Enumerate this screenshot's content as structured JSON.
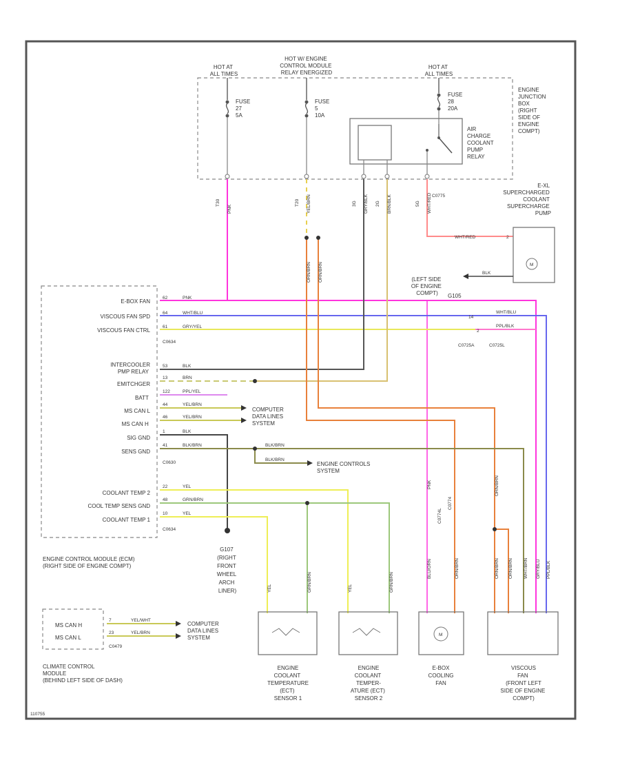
{
  "colors": {
    "pink": "#ff33dd",
    "blue": "#6666ee",
    "yellow": "#e8e85a",
    "olive": "#9a9a55",
    "orange": "#e8803a",
    "gray": "#444444",
    "red": "#ff8a8a",
    "green": "#9cc77a",
    "frame": "#555555"
  },
  "fuse_box": {
    "hot_left": [
      "HOT AT",
      "ALL TIMES"
    ],
    "hot_mid": [
      "HOT W/ ENGINE",
      "CONTROL MODULE",
      "RELAY ENERGIZED"
    ],
    "hot_right": [
      "HOT AT",
      "ALL TIMES"
    ],
    "fuse1": [
      "FUSE",
      "27",
      "5A"
    ],
    "fuse2": [
      "FUSE",
      "5",
      "10A"
    ],
    "fuse3": [
      "FUSE",
      "28",
      "20A"
    ],
    "relay": [
      "AIR",
      "CHARGE",
      "COOLANT",
      "PUMP",
      "RELAY"
    ],
    "name": [
      "ENGINE",
      "JUNCTION",
      "BOX",
      "(RIGHT",
      "SIDE OF",
      "ENGINE",
      "COMPT)"
    ],
    "pins": [
      "T30",
      "T20",
      "3G",
      "2G",
      "5G"
    ],
    "wires": [
      "PNK",
      "YEL/BRN",
      "GRY/BLK",
      "BRN/BLK",
      "WHT/RED"
    ],
    "c_label": "C0775"
  },
  "pump": {
    "title": [
      "E-XL",
      "SUPERCHARGED",
      "COOLANT",
      "SUPERCHARGE",
      "PUMP"
    ],
    "wire": "WHT/RED",
    "pin": "2",
    "ground": "BLK",
    "ground_label": [
      "(LEFT SIDE",
      "OF ENGINE",
      "COMPT)"
    ],
    "ground_code": "G105",
    "motor": "M"
  },
  "ecm": {
    "pins_a": [
      "E-BOX FAN",
      "VISCOUS FAN SPD",
      "VISCOUS FAN CTRL"
    ],
    "wires_a": [
      "PNK",
      "WHT/BLU",
      "GRY/YEL"
    ],
    "nums_a": [
      "62",
      "64",
      "61"
    ],
    "conn_a": "C0634",
    "pins_b": [
      "INTERCOOLER",
      "PMP RELAY",
      "EMITCHGER",
      "BATT",
      "MS CAN L",
      "MS CAN H",
      "SIG GND",
      "SENS GND"
    ],
    "wires_b": [
      "BLK",
      "BRN",
      "PPL/YEL",
      "YEL/BRN",
      "YEL/BRN",
      "BLK",
      "BLK/BRN"
    ],
    "nums_b": [
      "53",
      "13",
      "122",
      "44",
      "46",
      "1",
      "41"
    ],
    "conn_b": "C0630",
    "pins_c": [
      "COOLANT TEMP 2",
      "COOL TEMP SENS GND",
      "COOLANT TEMP 1"
    ],
    "wires_c": [
      "YEL",
      "GRN/BRN",
      "YEL"
    ],
    "nums_c": [
      "22",
      "48",
      "10"
    ],
    "conn_c": "C0634",
    "name": [
      "ENGINE CONTROL MODULE (ECM)",
      "(RIGHT SIDE OF ENGINE COMPT)"
    ]
  },
  "right_side": {
    "connectors": [
      "C0725A",
      "C0725L"
    ],
    "wires": [
      "WHT/BLU",
      "PPL/BLK"
    ],
    "pins": [
      "14",
      "2"
    ]
  },
  "references": {
    "data_lines": [
      "COMPUTER",
      "DATA LINES",
      "SYSTEM"
    ],
    "engine_controls": [
      "ENGINE CONTROLS",
      "SYSTEM"
    ],
    "gnd_splice_a": "BLK/BRN",
    "gnd_splice_b": "BLK/BRN"
  },
  "ground": {
    "code": "G107",
    "label": [
      "(RIGHT",
      "FRONT",
      "WHEEL",
      "ARCH",
      "LINER)"
    ]
  },
  "climate": {
    "pins": [
      "MS CAN H",
      "MS CAN L"
    ],
    "wires": [
      "YEL/WHT",
      "YEL/BRN"
    ],
    "nums": [
      "7",
      "23"
    ],
    "conn": "C0479",
    "name": [
      "CLIMATE CONTROL",
      "MODULE",
      "(BEHIND LEFT SIDE OF DASH)"
    ]
  },
  "components": {
    "ect1": [
      "ENGINE",
      "COOLANT",
      "TEMPERATURE",
      "(ECT)",
      "SENSOR 1"
    ],
    "ect2": [
      "ENGINE",
      "COOLANT",
      "TEMPER-",
      "ATURE (ECT)",
      "SENSOR 2"
    ],
    "ebox": [
      "E-BOX",
      "COOLING",
      "FAN"
    ],
    "viscous": [
      "VISCOUS",
      "FAN",
      "(FRONT LEFT",
      "SIDE OF ENGINE",
      "COMPT)"
    ],
    "motor": "M",
    "wire_ect1_a": "YEL",
    "wire_ect1_b": "GRN/BRN",
    "wire_ect2_a": "YEL",
    "wire_ect2_b": "GRN/BRN",
    "ebox_wires": [
      "BLU/ORN",
      "ORN/BRN"
    ],
    "ebox_conn": [
      "C0774L",
      "C0774"
    ],
    "viscous_wires": [
      "ORN/BRN",
      "ORN/BRN",
      "WHT/BRN",
      "GRY/BLU",
      "PPL/BLK"
    ],
    "wire_pnk_label": "PNK",
    "orange_labels": [
      "ORN/BRN",
      "ORN/BRN"
    ],
    "viscous_feed": "ORN/BRN"
  },
  "footer": "110755"
}
